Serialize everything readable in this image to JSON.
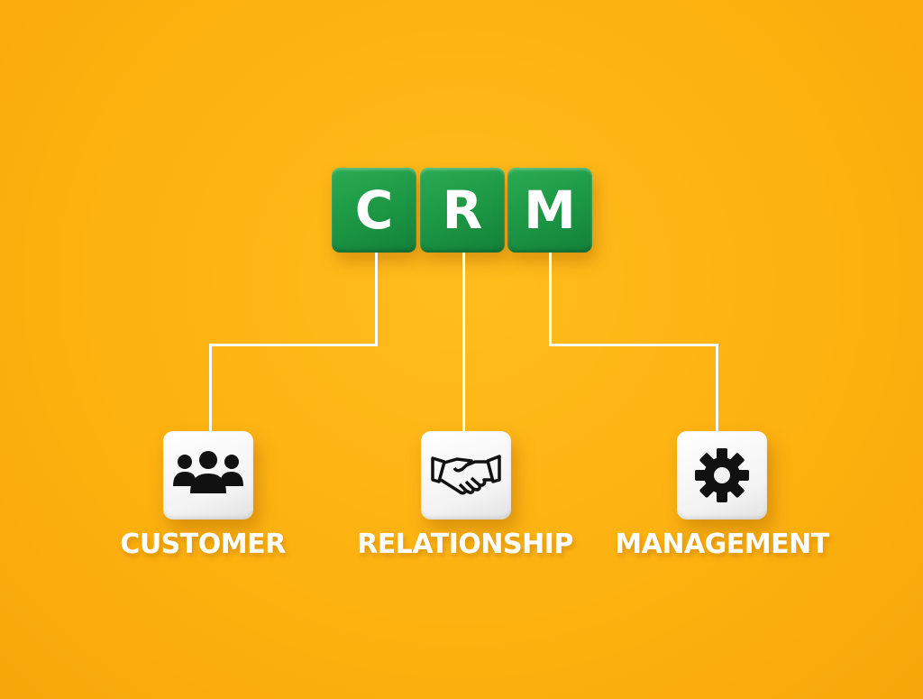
{
  "title_letters": [
    "C",
    "R",
    "M"
  ],
  "branches": [
    {
      "label": "CUSTOMER",
      "icon": "people-group-icon"
    },
    {
      "label": "RELATIONSHIP",
      "icon": "handshake-icon"
    },
    {
      "label": "MANAGEMENT",
      "icon": "gear-icon"
    }
  ],
  "colors": {
    "background": "#FDB515",
    "green": "#1E9A45",
    "white": "#FFFFFF"
  }
}
